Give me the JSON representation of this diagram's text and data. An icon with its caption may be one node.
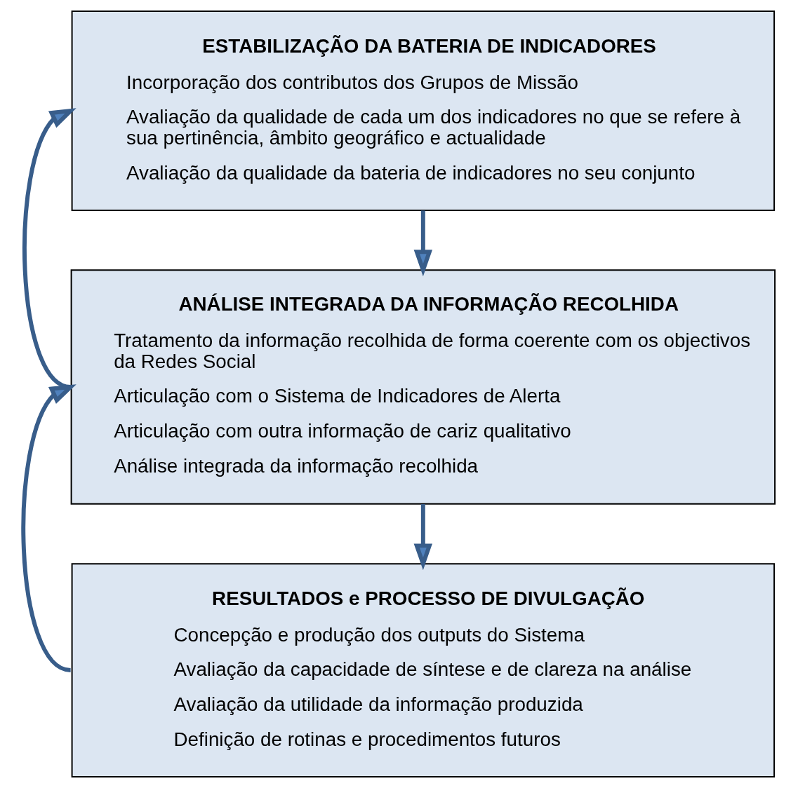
{
  "diagram": {
    "nodes": [
      {
        "text": [
          "ESTABILIZAÇÃO DA BATERIA DE INDICADORES",
          "Incorporação dos contributos dos Grupos de Missão",
          "Avaliação da qualidade de cada um dos indicadores no que se refere à sua pertinência, âmbito geográfico e actualidade",
          "Avaliação da qualidade da bateria de indicadores no seu conjunto"
        ]
      },
      {
        "text": [
          "ANÁLISE INTEGRADA DA INFORMAÇÃO RECOLHIDA",
          "Tratamento da informação recolhida de forma coerente com os objectivos da Redes Social",
          "Articulação com o Sistema de Indicadores de Alerta",
          "Articulação com outra informação de cariz qualitativo",
          "Análise integrada da informação recolhida"
        ]
      },
      {
        "text": [
          "RESULTADOS e PROCESSO DE DIVULGAÇÃO",
          "Concepção e produção dos outputs do Sistema",
          "Avaliação da capacidade de síntese e de clareza na análise",
          "Avaliação da utilidade da informação produzida",
          "Definição de rotinas e procedimentos futuros"
        ]
      }
    ],
    "edges": [
      {
        "from": 0,
        "to": 1,
        "arrow": "to"
      },
      {
        "from": 1,
        "to": 2,
        "arrow": "to"
      },
      {
        "from": 1,
        "to": 0,
        "arrow": "to"
      },
      {
        "from": 2,
        "to": 1,
        "arrow": "to"
      }
    ]
  }
}
